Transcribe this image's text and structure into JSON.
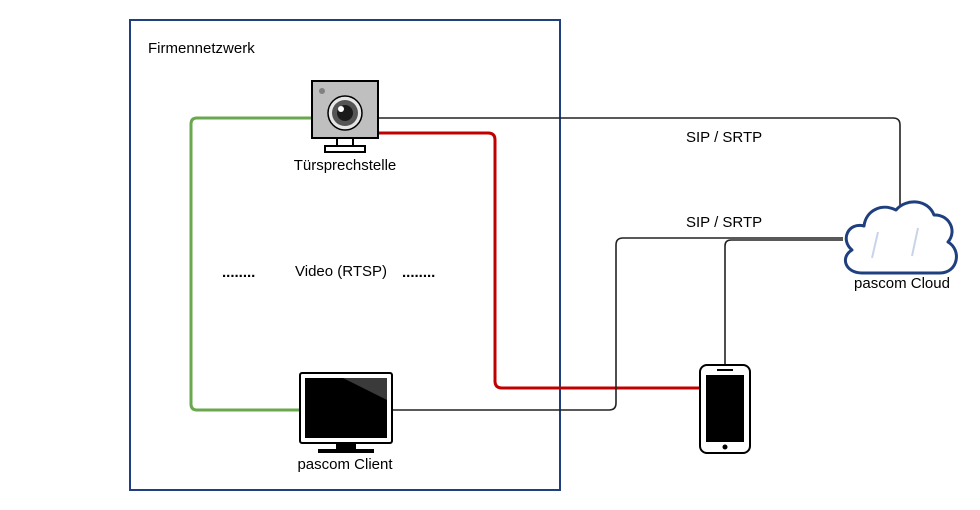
{
  "network": {
    "label": "Firmennetzwerk",
    "border_color": "#1f3f7f"
  },
  "nodes": {
    "door_station": {
      "label": "Türsprechstelle",
      "icon": "door-station-camera-icon"
    },
    "client": {
      "label": "pascom Client",
      "icon": "desktop-monitor-icon"
    },
    "cloud": {
      "label": "pascom Cloud",
      "icon": "cloud-icon"
    },
    "phone": {
      "label": "",
      "icon": "smartphone-icon"
    }
  },
  "edges": {
    "sip_top": {
      "label": "SIP / SRTP"
    },
    "sip_mid": {
      "label": "SIP / SRTP"
    },
    "video": {
      "label": "Video (RTSP)",
      "prefix": "........",
      "suffix": "........"
    }
  },
  "colors": {
    "video_line": "#6aa84f",
    "red_line": "#c00000",
    "sip_line": "#222222",
    "cloud_stroke": "#1f3f7f"
  }
}
